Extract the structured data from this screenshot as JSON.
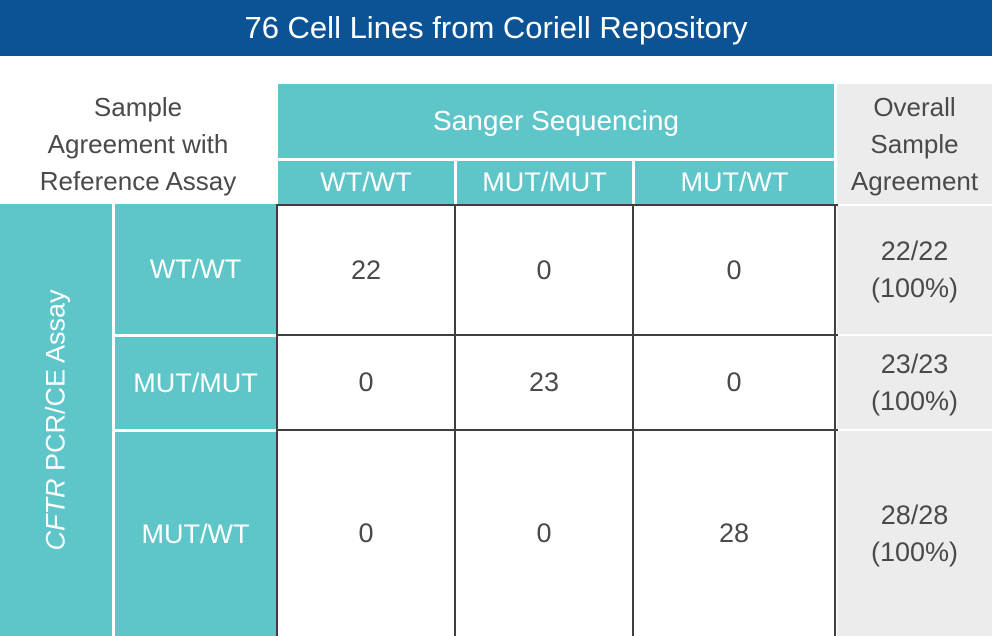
{
  "title": "76 Cell Lines from Coriell Repository",
  "corner_label": [
    "Sample",
    "Agreement with",
    "Reference Assay"
  ],
  "column_group": "Sanger Sequencing",
  "columns": [
    "WT/WT",
    "MUT/MUT",
    "MUT/WT"
  ],
  "overall_header": [
    "Overall",
    "Sample",
    "Agreement"
  ],
  "row_group": {
    "gene": "CFTR",
    "rest": " PCR/CE Assay"
  },
  "rows": [
    {
      "label": "WT/WT",
      "values": [
        "22",
        "0",
        "0"
      ],
      "overall": [
        "22/22",
        "(100%)"
      ]
    },
    {
      "label": "MUT/MUT",
      "values": [
        "0",
        "23",
        "0"
      ],
      "overall": [
        "23/23",
        "(100%)"
      ]
    },
    {
      "label": "MUT/WT",
      "values": [
        "0",
        "0",
        "28"
      ],
      "overall": [
        "28/28",
        "(100%)"
      ]
    }
  ],
  "colors": {
    "banner": "#0b5394",
    "teal": "#5ec5c9",
    "overall_bg": "#ececec",
    "text": "#4a4a4a"
  }
}
